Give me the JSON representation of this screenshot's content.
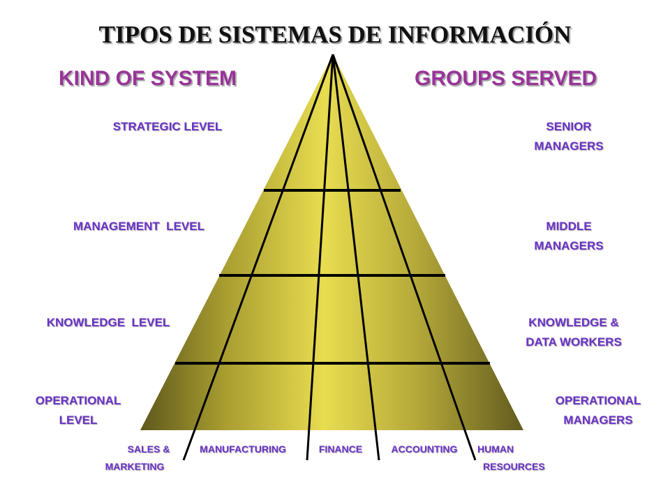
{
  "title": "TIPOS DE SISTEMAS DE INFORMACIÓN",
  "headers": {
    "left": "KIND OF SYSTEM",
    "right": "GROUPS SERVED"
  },
  "levels": [
    {
      "left": [
        "STRATEGIC LEVEL"
      ],
      "right": [
        "SENIOR",
        "MANAGERS"
      ]
    },
    {
      "left": [
        "MANAGEMENT  LEVEL"
      ],
      "right": [
        "MIDDLE",
        "MANAGERS"
      ]
    },
    {
      "left": [
        "KNOWLEDGE  LEVEL"
      ],
      "right": [
        "KNOWLEDGE &",
        "DATA WORKERS"
      ]
    },
    {
      "left": [
        "OPERATIONAL",
        "LEVEL"
      ],
      "right": [
        "OPERATIONAL",
        "MANAGERS"
      ]
    }
  ],
  "functions": [
    [
      "SALES &",
      "MARKETING"
    ],
    [
      "MANUFACTURING"
    ],
    [
      "FINANCE"
    ],
    [
      "ACCOUNTING"
    ],
    [
      "HUMAN",
      "RESOURCES"
    ]
  ],
  "colors": {
    "title": "#111111",
    "headers": "#993399",
    "labels": "#6a32c8",
    "pyramid_light": "#e6d84a",
    "pyramid_dark": "#6b6420",
    "lines": "#000000"
  }
}
